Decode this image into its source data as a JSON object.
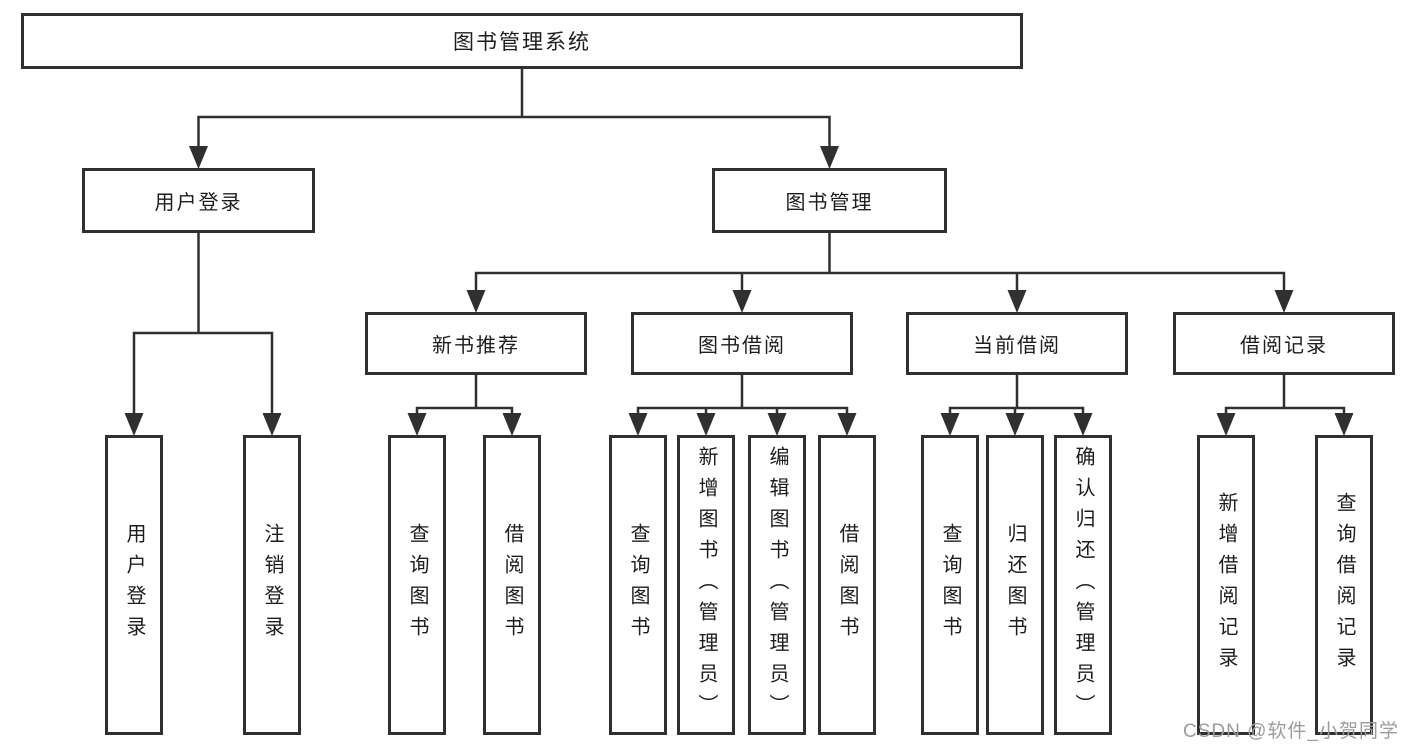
{
  "diagram": {
    "root": "图书管理系统",
    "branches": [
      {
        "label": "用户登录",
        "children": [
          "用户登录",
          "注销登录"
        ]
      },
      {
        "label": "图书管理",
        "children": [
          {
            "label": "新书推荐",
            "children": [
              "查询图书",
              "借阅图书"
            ]
          },
          {
            "label": "图书借阅",
            "children": [
              "查询图书",
              "新增图书（管理员）",
              "编辑图书（管理员）",
              "借阅图书"
            ]
          },
          {
            "label": "当前借阅",
            "children": [
              "查询图书",
              "归还图书",
              "确认归还（管理员）"
            ]
          },
          {
            "label": "借阅记录",
            "children": [
              "新增借阅记录",
              "查询借阅记录"
            ]
          }
        ]
      }
    ]
  },
  "watermark": "CSDN @软件_小贺同学",
  "colors": {
    "line": "#303030",
    "text": "#1d1d20",
    "watermark": "#9c9c9c",
    "background": "#ffffff"
  }
}
